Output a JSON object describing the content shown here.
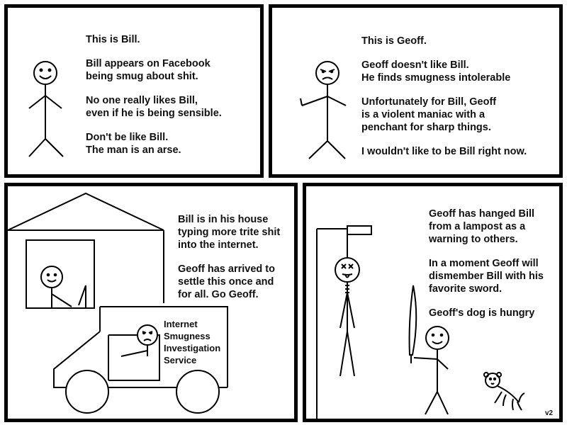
{
  "panels": [
    {
      "lines": [
        "This is Bill.",
        "Bill appears on Facebook\nbeing smug about shit.",
        "No one really likes Bill,\neven if he is being sensible.",
        "Don't be like Bill.\nThe man is an arse."
      ]
    },
    {
      "lines": [
        "This is Geoff.",
        "Geoff doesn't like Bill.\nHe finds smugness intolerable",
        "Unfortunately for Bill, Geoff\nis a violent maniac with a\npenchant for sharp things.",
        "I wouldn't like to be Bill right now."
      ]
    },
    {
      "lines": [
        "Bill is in his house\ntyping more trite shit\ninto the internet.",
        "Geoff has arrived to\nsettle this once and\nfor all. Go Geoff."
      ],
      "truck_text": "Internet\nSmugness\nInvestigation\nService"
    },
    {
      "lines": [
        "Geoff has hanged Bill\nfrom a lampost as a\nwarning to others.",
        "In a moment Geoff will\ndismember Bill with his\nfavorite sword.",
        "Geoff's dog is hungry"
      ],
      "version": "v2"
    }
  ],
  "colors": {
    "ink": "#000000",
    "paper": "#ffffff"
  }
}
